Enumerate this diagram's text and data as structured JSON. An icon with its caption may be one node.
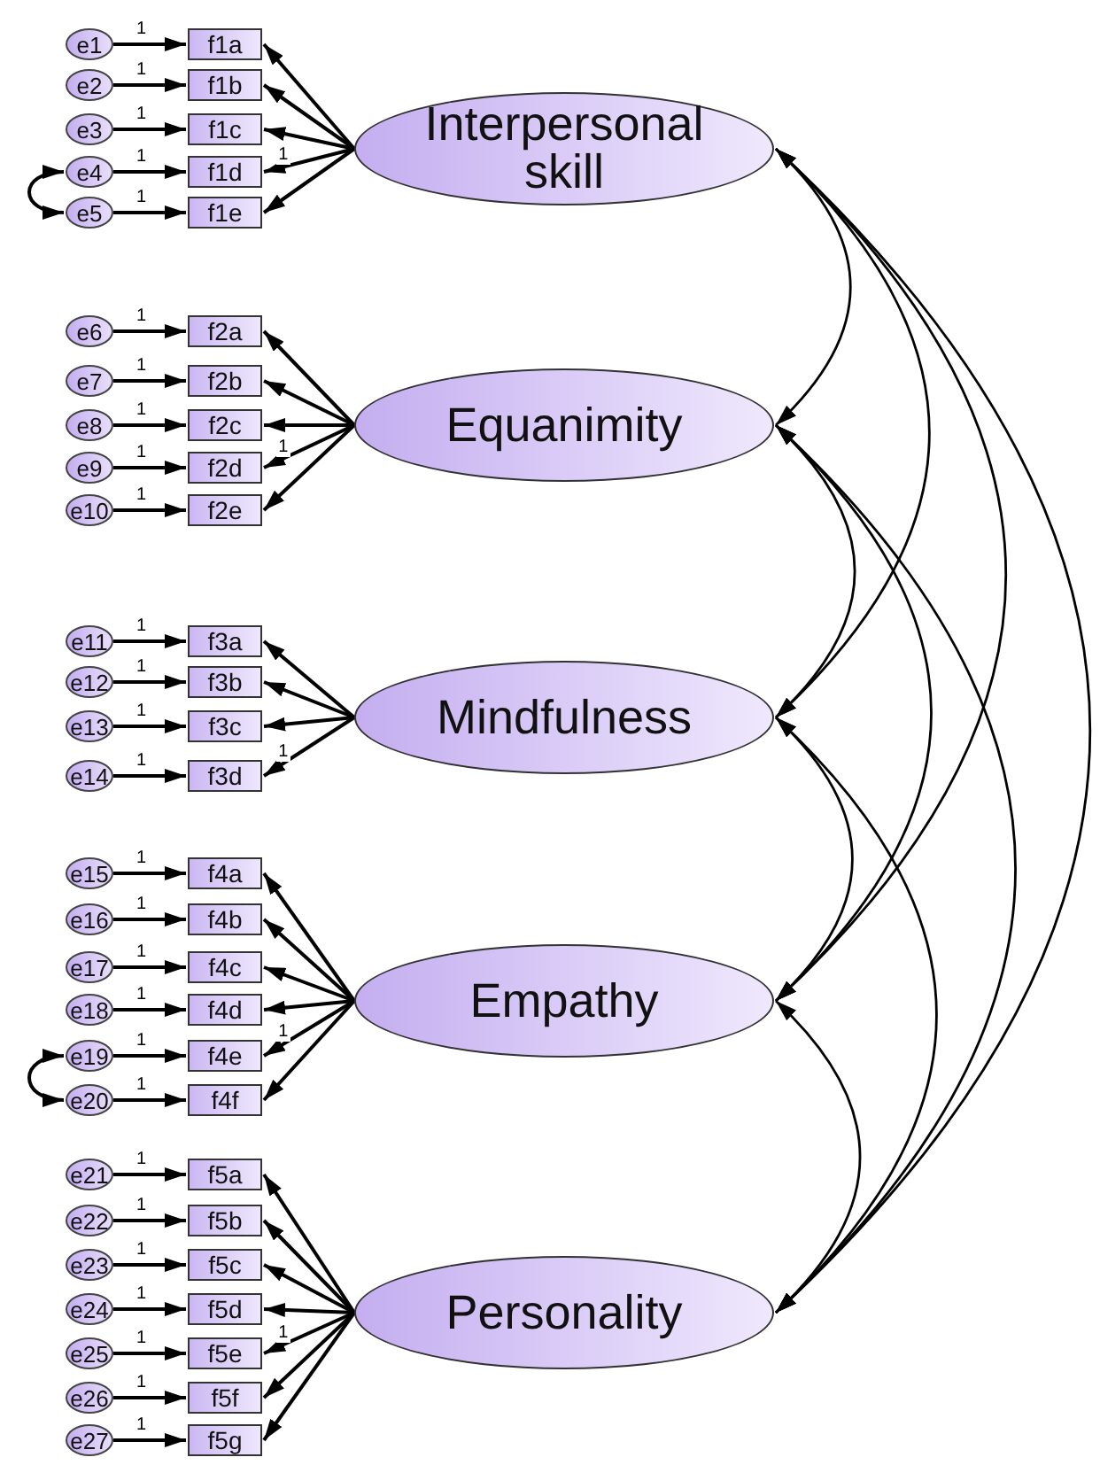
{
  "diagram": {
    "nodes": [
      {
        "text": [
          "Interpersonal skill"
        ]
      },
      {
        "text": [
          "Equanimity"
        ]
      },
      {
        "text": [
          "Mindfulness"
        ]
      },
      {
        "text": [
          "Empathy"
        ]
      },
      {
        "text": [
          "Personality"
        ]
      },
      {
        "text": [
          "f1a"
        ]
      },
      {
        "text": [
          "f1b"
        ]
      },
      {
        "text": [
          "f1c"
        ]
      },
      {
        "text": [
          "f1d"
        ]
      },
      {
        "text": [
          "f1e"
        ]
      },
      {
        "text": [
          "f2a"
        ]
      },
      {
        "text": [
          "f2b"
        ]
      },
      {
        "text": [
          "f2c"
        ]
      },
      {
        "text": [
          "f2d"
        ]
      },
      {
        "text": [
          "f2e"
        ]
      },
      {
        "text": [
          "f3a"
        ]
      },
      {
        "text": [
          "f3b"
        ]
      },
      {
        "text": [
          "f3c"
        ]
      },
      {
        "text": [
          "f3d"
        ]
      },
      {
        "text": [
          "f4a"
        ]
      },
      {
        "text": [
          "f4b"
        ]
      },
      {
        "text": [
          "f4c"
        ]
      },
      {
        "text": [
          "f4d"
        ]
      },
      {
        "text": [
          "f4e"
        ]
      },
      {
        "text": [
          "f4f"
        ]
      },
      {
        "text": [
          "f5a"
        ]
      },
      {
        "text": [
          "f5b"
        ]
      },
      {
        "text": [
          "f5c"
        ]
      },
      {
        "text": [
          "f5d"
        ]
      },
      {
        "text": [
          "f5e"
        ]
      },
      {
        "text": [
          "f5f"
        ]
      },
      {
        "text": [
          "f5g"
        ]
      },
      {
        "text": [
          "e1"
        ]
      },
      {
        "text": [
          "e2"
        ]
      },
      {
        "text": [
          "e3"
        ]
      },
      {
        "text": [
          "e4"
        ]
      },
      {
        "text": [
          "e5"
        ]
      },
      {
        "text": [
          "e6"
        ]
      },
      {
        "text": [
          "e7"
        ]
      },
      {
        "text": [
          "e8"
        ]
      },
      {
        "text": [
          "e9"
        ]
      },
      {
        "text": [
          "e10"
        ]
      },
      {
        "text": [
          "e11"
        ]
      },
      {
        "text": [
          "e12"
        ]
      },
      {
        "text": [
          "e13"
        ]
      },
      {
        "text": [
          "e14"
        ]
      },
      {
        "text": [
          "e15"
        ]
      },
      {
        "text": [
          "e16"
        ]
      },
      {
        "text": [
          "e17"
        ]
      },
      {
        "text": [
          "e18"
        ]
      },
      {
        "text": [
          "e19"
        ]
      },
      {
        "text": [
          "e20"
        ]
      },
      {
        "text": [
          "e21"
        ]
      },
      {
        "text": [
          "e22"
        ]
      },
      {
        "text": [
          "e23"
        ]
      },
      {
        "text": [
          "e24"
        ]
      },
      {
        "text": [
          "e25"
        ]
      },
      {
        "text": [
          "e26"
        ]
      },
      {
        "text": [
          "e27"
        ]
      }
    ],
    "edges": [
      {
        "from": 32,
        "to": 5,
        "arrow": "to",
        "label": "1"
      },
      {
        "from": 33,
        "to": 6,
        "arrow": "to",
        "label": "1"
      },
      {
        "from": 34,
        "to": 7,
        "arrow": "to",
        "label": "1"
      },
      {
        "from": 35,
        "to": 8,
        "arrow": "to",
        "label": "1"
      },
      {
        "from": 36,
        "to": 9,
        "arrow": "to",
        "label": "1"
      },
      {
        "from": 37,
        "to": 10,
        "arrow": "to",
        "label": "1"
      },
      {
        "from": 38,
        "to": 11,
        "arrow": "to",
        "label": "1"
      },
      {
        "from": 39,
        "to": 12,
        "arrow": "to",
        "label": "1"
      },
      {
        "from": 40,
        "to": 13,
        "arrow": "to",
        "label": "1"
      },
      {
        "from": 41,
        "to": 14,
        "arrow": "to",
        "label": "1"
      },
      {
        "from": 42,
        "to": 15,
        "arrow": "to",
        "label": "1"
      },
      {
        "from": 43,
        "to": 16,
        "arrow": "to",
        "label": "1"
      },
      {
        "from": 44,
        "to": 17,
        "arrow": "to",
        "label": "1"
      },
      {
        "from": 45,
        "to": 18,
        "arrow": "to",
        "label": "1"
      },
      {
        "from": 46,
        "to": 19,
        "arrow": "to",
        "label": "1"
      },
      {
        "from": 47,
        "to": 20,
        "arrow": "to",
        "label": "1"
      },
      {
        "from": 48,
        "to": 21,
        "arrow": "to",
        "label": "1"
      },
      {
        "from": 49,
        "to": 22,
        "arrow": "to",
        "label": "1"
      },
      {
        "from": 50,
        "to": 23,
        "arrow": "to",
        "label": "1"
      },
      {
        "from": 51,
        "to": 24,
        "arrow": "to",
        "label": "1"
      },
      {
        "from": 52,
        "to": 25,
        "arrow": "to",
        "label": "1"
      },
      {
        "from": 53,
        "to": 26,
        "arrow": "to",
        "label": "1"
      },
      {
        "from": 54,
        "to": 27,
        "arrow": "to",
        "label": "1"
      },
      {
        "from": 55,
        "to": 28,
        "arrow": "to",
        "label": "1"
      },
      {
        "from": 56,
        "to": 29,
        "arrow": "to",
        "label": "1"
      },
      {
        "from": 57,
        "to": 30,
        "arrow": "to",
        "label": "1"
      },
      {
        "from": 58,
        "to": 31,
        "arrow": "to",
        "label": "1"
      },
      {
        "from": 0,
        "to": 5,
        "arrow": "to"
      },
      {
        "from": 0,
        "to": 6,
        "arrow": "to"
      },
      {
        "from": 0,
        "to": 7,
        "arrow": "to"
      },
      {
        "from": 0,
        "to": 8,
        "arrow": "to",
        "label": "1"
      },
      {
        "from": 0,
        "to": 9,
        "arrow": "to"
      },
      {
        "from": 1,
        "to": 10,
        "arrow": "to"
      },
      {
        "from": 1,
        "to": 11,
        "arrow": "to"
      },
      {
        "from": 1,
        "to": 12,
        "arrow": "to"
      },
      {
        "from": 1,
        "to": 13,
        "arrow": "to",
        "label": "1"
      },
      {
        "from": 1,
        "to": 14,
        "arrow": "to"
      },
      {
        "from": 2,
        "to": 15,
        "arrow": "to"
      },
      {
        "from": 2,
        "to": 16,
        "arrow": "to"
      },
      {
        "from": 2,
        "to": 17,
        "arrow": "to"
      },
      {
        "from": 2,
        "to": 18,
        "arrow": "to",
        "label": "1"
      },
      {
        "from": 3,
        "to": 19,
        "arrow": "to"
      },
      {
        "from": 3,
        "to": 20,
        "arrow": "to"
      },
      {
        "from": 3,
        "to": 21,
        "arrow": "to"
      },
      {
        "from": 3,
        "to": 22,
        "arrow": "to"
      },
      {
        "from": 3,
        "to": 23,
        "arrow": "to",
        "label": "1"
      },
      {
        "from": 3,
        "to": 24,
        "arrow": "to"
      },
      {
        "from": 4,
        "to": 25,
        "arrow": "to"
      },
      {
        "from": 4,
        "to": 26,
        "arrow": "to"
      },
      {
        "from": 4,
        "to": 27,
        "arrow": "to"
      },
      {
        "from": 4,
        "to": 28,
        "arrow": "to"
      },
      {
        "from": 4,
        "to": 29,
        "arrow": "to",
        "label": "1"
      },
      {
        "from": 4,
        "to": 30,
        "arrow": "to"
      },
      {
        "from": 4,
        "to": 31,
        "arrow": "to"
      },
      {
        "from": 0,
        "to": 1,
        "arrow": "both"
      },
      {
        "from": 0,
        "to": 2,
        "arrow": "both"
      },
      {
        "from": 0,
        "to": 3,
        "arrow": "both"
      },
      {
        "from": 0,
        "to": 4,
        "arrow": "both"
      },
      {
        "from": 1,
        "to": 2,
        "arrow": "both"
      },
      {
        "from": 1,
        "to": 3,
        "arrow": "both"
      },
      {
        "from": 1,
        "to": 4,
        "arrow": "both"
      },
      {
        "from": 2,
        "to": 3,
        "arrow": "both"
      },
      {
        "from": 2,
        "to": 4,
        "arrow": "both"
      },
      {
        "from": 3,
        "to": 4,
        "arrow": "both"
      },
      {
        "from": 35,
        "to": 36,
        "arrow": "both"
      },
      {
        "from": 50,
        "to": 51,
        "arrow": "both"
      }
    ]
  }
}
